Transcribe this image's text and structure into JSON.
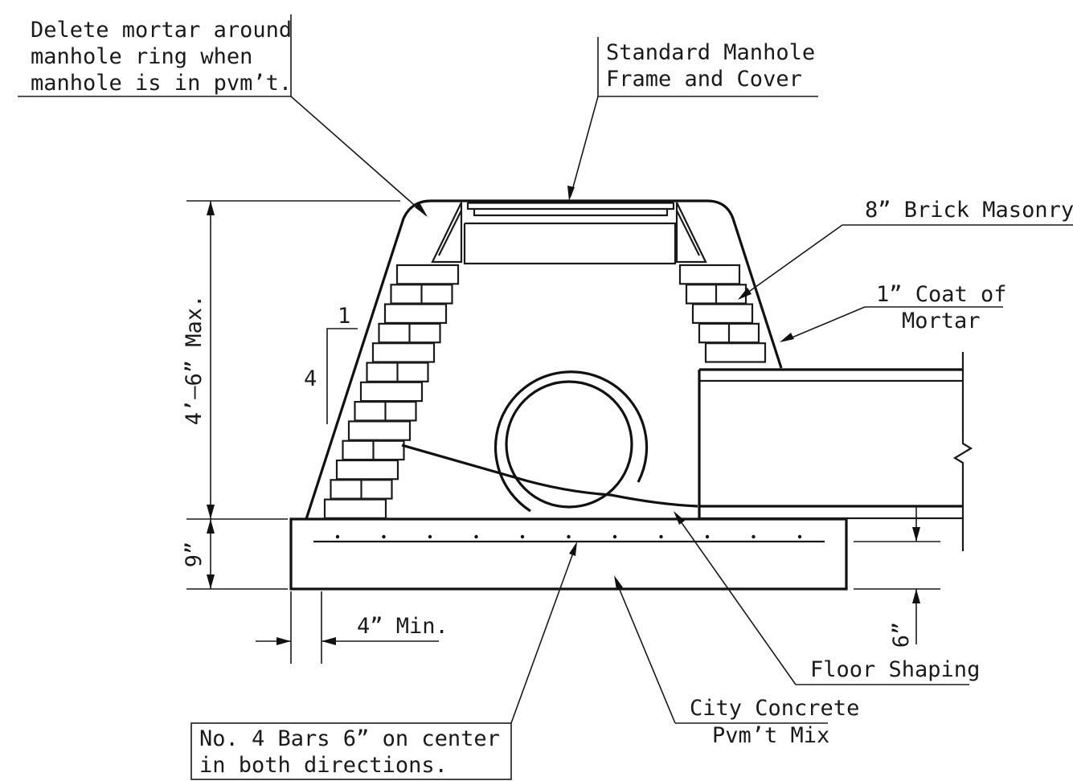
{
  "title": "",
  "labels": {
    "delete_mortar": [
      "Delete mortar around",
      "manhole ring when",
      "manhole is in pvm’t."
    ],
    "frame_cover": [
      "Standard Manhole",
      "Frame and Cover"
    ],
    "brick": "8” Brick Masonry",
    "mortar_coat": [
      "1” Coat of",
      "Mortar"
    ],
    "slope_top": "1",
    "slope_side": "4",
    "height_max": "4’–6” Max.",
    "slab_thickness": "9”",
    "min_edge": "4” Min.",
    "pipe_clearance": "6”",
    "floor_shaping": "Floor Shaping",
    "concrete": [
      "City Concrete",
      "Pvm’t Mix"
    ],
    "bars": [
      "No. 4 Bars 6” on center",
      "in both directions."
    ]
  }
}
